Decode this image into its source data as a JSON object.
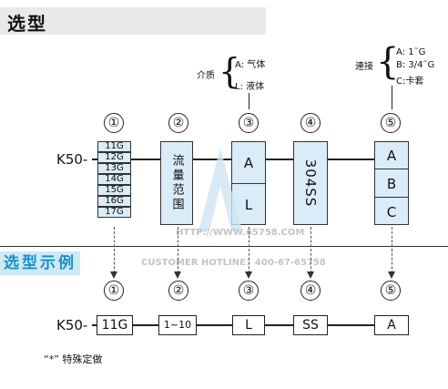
{
  "header": {
    "title": "选型"
  },
  "medium": {
    "label": "介质",
    "options": [
      "A: 气体",
      "L: 液体"
    ]
  },
  "connection": {
    "label": "連接",
    "options": [
      "A: 1˜G",
      "B: 3/4˜G",
      "C:卡套"
    ]
  },
  "columns": [
    "①",
    "②",
    "③",
    "④",
    "⑤"
  ],
  "model_prefix": "K50-",
  "col1": {
    "sizes": [
      "11G",
      "12G",
      "13G",
      "14G",
      "15G",
      "16G",
      "17G"
    ]
  },
  "col2": {
    "label": "流量范围"
  },
  "col3": {
    "options": [
      "A",
      "L"
    ]
  },
  "col4": {
    "label": "304SS"
  },
  "col5": {
    "options": [
      "A",
      "B",
      "C"
    ]
  },
  "example": {
    "label": "选型示例",
    "prefix": "K50-",
    "values": [
      "11G",
      "1~10",
      "L",
      "SS",
      "A"
    ]
  },
  "watermark": {
    "url": "HTTP://WWW.65758.COM",
    "hotline": "CUSTOMER HOTLINE：400-67-65758"
  },
  "footnote": "“*” 特殊定做"
}
